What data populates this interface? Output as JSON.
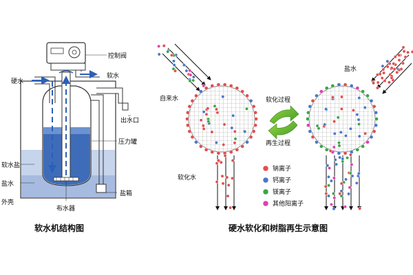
{
  "left_diagram": {
    "caption": "软水机结构图",
    "labels": {
      "control_valve": "控制阀",
      "hard_water": "硬水",
      "soft_water": "软水",
      "outlet": "出水口",
      "pressure_tank": "压力罐",
      "soft_water_salt": "软水盐",
      "brine": "盐水",
      "outer_shell": "外壳",
      "salt_bin": "盐箱",
      "distributor": "布水器"
    }
  },
  "right_diagram": {
    "caption": "硬水软化和树脂再生示意图",
    "labels": {
      "tap_water": "自来水",
      "softening_process": "软化过程",
      "regeneration_process": "再生过程",
      "softened_water": "软化水",
      "brine": "盐水"
    },
    "legend": [
      {
        "label": "钠离子",
        "color": "#e05050"
      },
      {
        "label": "钙离子",
        "color": "#4a78c8"
      },
      {
        "label": "镁离子",
        "color": "#3aa648"
      },
      {
        "label": "其他阳离子",
        "color": "#e040b0"
      }
    ]
  }
}
